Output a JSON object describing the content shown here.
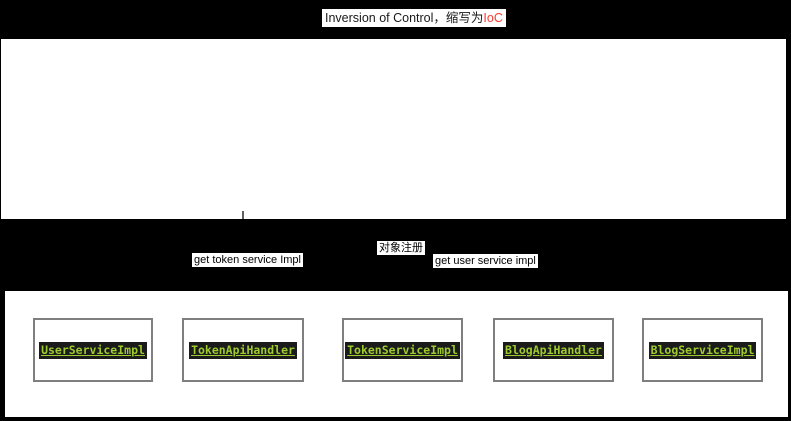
{
  "title": {
    "main": "Inversion of Control，缩写为",
    "accent": "IoC"
  },
  "annotations": {
    "get_token": "get token service Impl",
    "register": "对象注册",
    "get_user": "get user service impl"
  },
  "nodes": [
    {
      "label": "UserServiceImpl"
    },
    {
      "label": "TokenApiHandler"
    },
    {
      "label": "TokenServiceImpl"
    },
    {
      "label": "BlogApiHandler"
    },
    {
      "label": "BlogServiceImpl"
    }
  ],
  "colors": {
    "background": "#000000",
    "panel": "#ffffff",
    "title_accent": "#ff3b30",
    "code_text": "#9ecb2d",
    "code_background": "#1b1b1b",
    "node_border": "#7f7f7f",
    "connector": "#757575"
  }
}
